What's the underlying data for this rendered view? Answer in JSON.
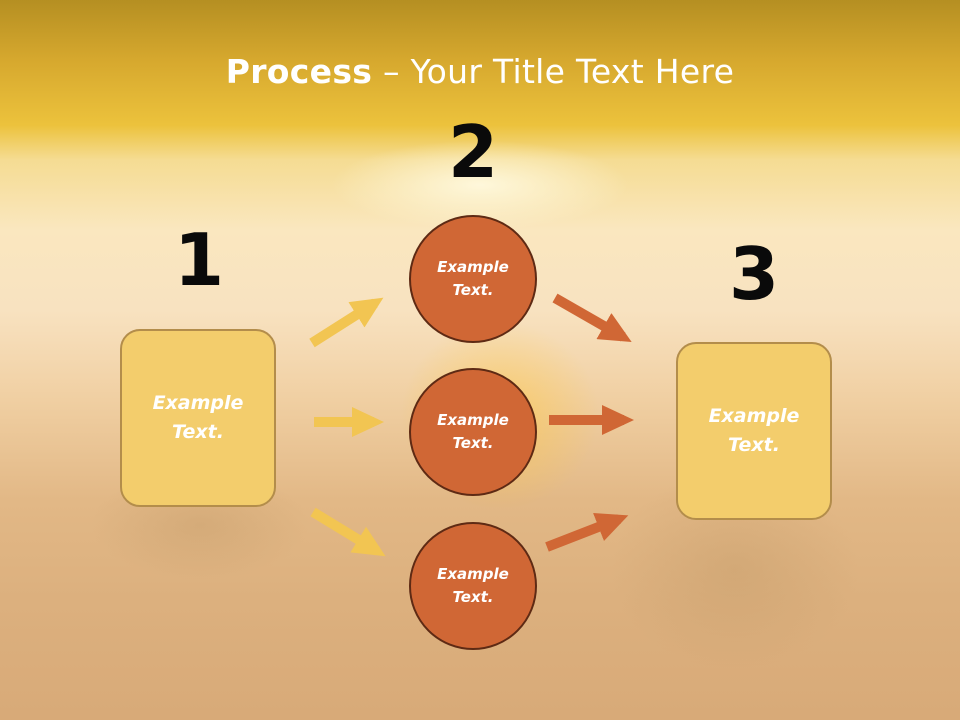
{
  "title": {
    "strong": "Process",
    "rest": " – Your Title Text Here"
  },
  "steps": {
    "one": "1",
    "two": "2",
    "three": "3"
  },
  "left_box": {
    "line1": "Example",
    "line2": "Text."
  },
  "circles": [
    {
      "line1": "Example",
      "line2": "Text."
    },
    {
      "line1": "Example",
      "line2": "Text."
    },
    {
      "line1": "Example",
      "line2": "Text."
    }
  ],
  "right_box": {
    "line1": "Example",
    "line2": "Text."
  },
  "colors": {
    "box_fill": "#f3cd6c",
    "circle_fill": "#d06735",
    "arrow_light": "#f2c552",
    "arrow_dark": "#d06735"
  }
}
